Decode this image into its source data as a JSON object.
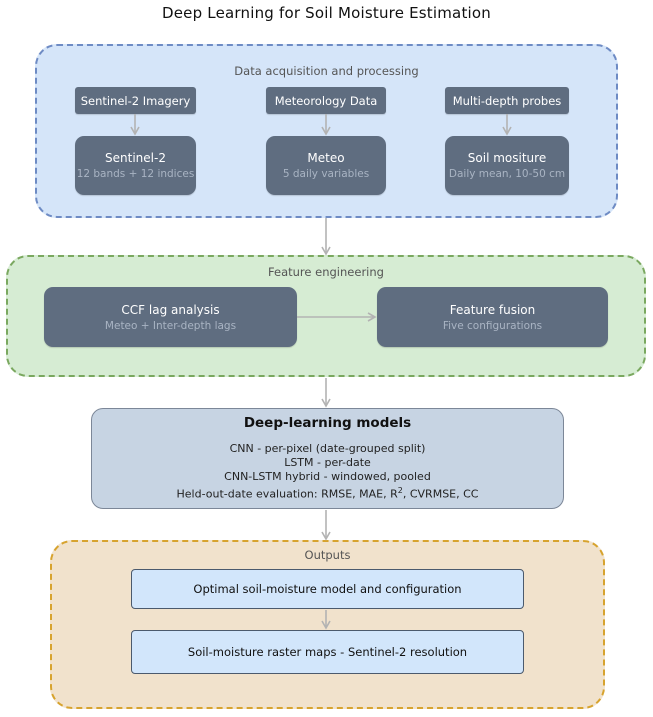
{
  "title": "Deep Learning for Soil Moisture Estimation",
  "data_group": {
    "label": "Data acquisition and processing",
    "sources": [
      "Sentinel-2 Imagery",
      "Meteorology Data",
      "Multi-depth probes"
    ],
    "processed": [
      {
        "main": "Sentinel-2",
        "sub": "12 bands + 12 indices"
      },
      {
        "main": "Meteo",
        "sub": "5 daily variables"
      },
      {
        "main": "Soil mositure",
        "sub": "Daily mean, 10-50 cm"
      }
    ]
  },
  "feature_group": {
    "label": "Feature engineering",
    "ccf": {
      "main": "CCF lag analysis",
      "sub": "Meteo + Inter-depth lags"
    },
    "fusion": {
      "main": "Feature fusion",
      "sub": "Five configurations"
    }
  },
  "models": {
    "title": "Deep-learning models",
    "lines": [
      "CNN - per-pixel (date-grouped split)",
      "LSTM - per-date",
      "CNN-LSTM hybrid - windowed, pooled"
    ],
    "eval_prefix": "Held-out-date evaluation: RMSE, MAE, R",
    "eval_sup": "2",
    "eval_suffix": ", CVRMSE, CC"
  },
  "outputs": {
    "label": "Outputs",
    "items": [
      "Optimal soil-moisture model and configuration",
      "Soil-moisture raster maps - Sentinel-2 resolution"
    ]
  },
  "colors": {
    "data_fill": "#d5e5f9",
    "data_border": "#6e8bc4",
    "feature_fill": "#d6ecd3",
    "feature_border": "#7aa85f",
    "output_fill": "#f1e2cc",
    "output_border": "#d7a32e",
    "node_dark": "#5f6d80",
    "models_fill": "#c7d4e3",
    "output_node": "#d2e6fb",
    "arrow": "#b3b3b3"
  }
}
